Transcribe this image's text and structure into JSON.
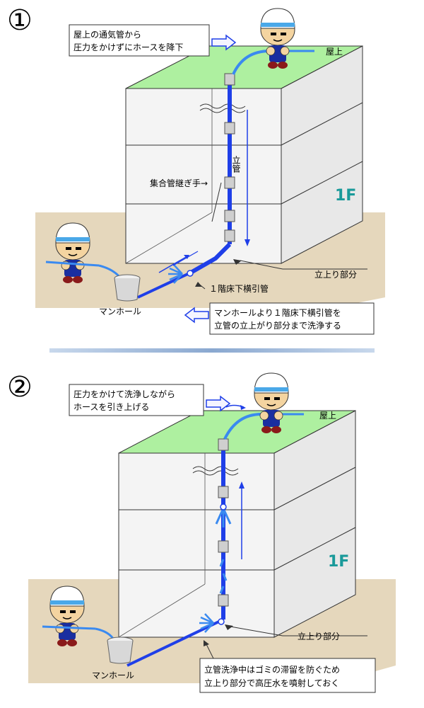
{
  "panel1": {
    "number": "①",
    "callout_top": [
      "屋上の通気管から",
      "圧力をかけずにホースを降下"
    ],
    "rooftop": "屋上",
    "riser": "立管",
    "joint": "集合管継ぎ手→",
    "floor_mark": "1F",
    "riser_base": "立上り部分",
    "horizontal": "１階床下横引管",
    "manhole": "マンホール",
    "callout_bottom": [
      "マンホールより１階床下横引管を",
      "立管の立上がり部分まで洗浄する"
    ]
  },
  "panel2": {
    "number": "②",
    "callout_top": [
      "圧力をかけて洗浄しながら",
      "ホースを引き上げる"
    ],
    "rooftop": "屋上",
    "floor_mark": "1F",
    "riser_base": "立上り部分",
    "manhole": "マンホール",
    "callout_bottom": [
      "立管洗浄中はゴミの滞留を防ぐため",
      "立上り部分で高圧水を噴射しておく"
    ]
  },
  "colors": {
    "roof": "#aef0a0",
    "wall": "#f4f4f4",
    "ground": "#e0d0b0",
    "pipe": "#1f3fe8",
    "water": "#3a8af0",
    "text_teal": "#1a9a9a"
  }
}
